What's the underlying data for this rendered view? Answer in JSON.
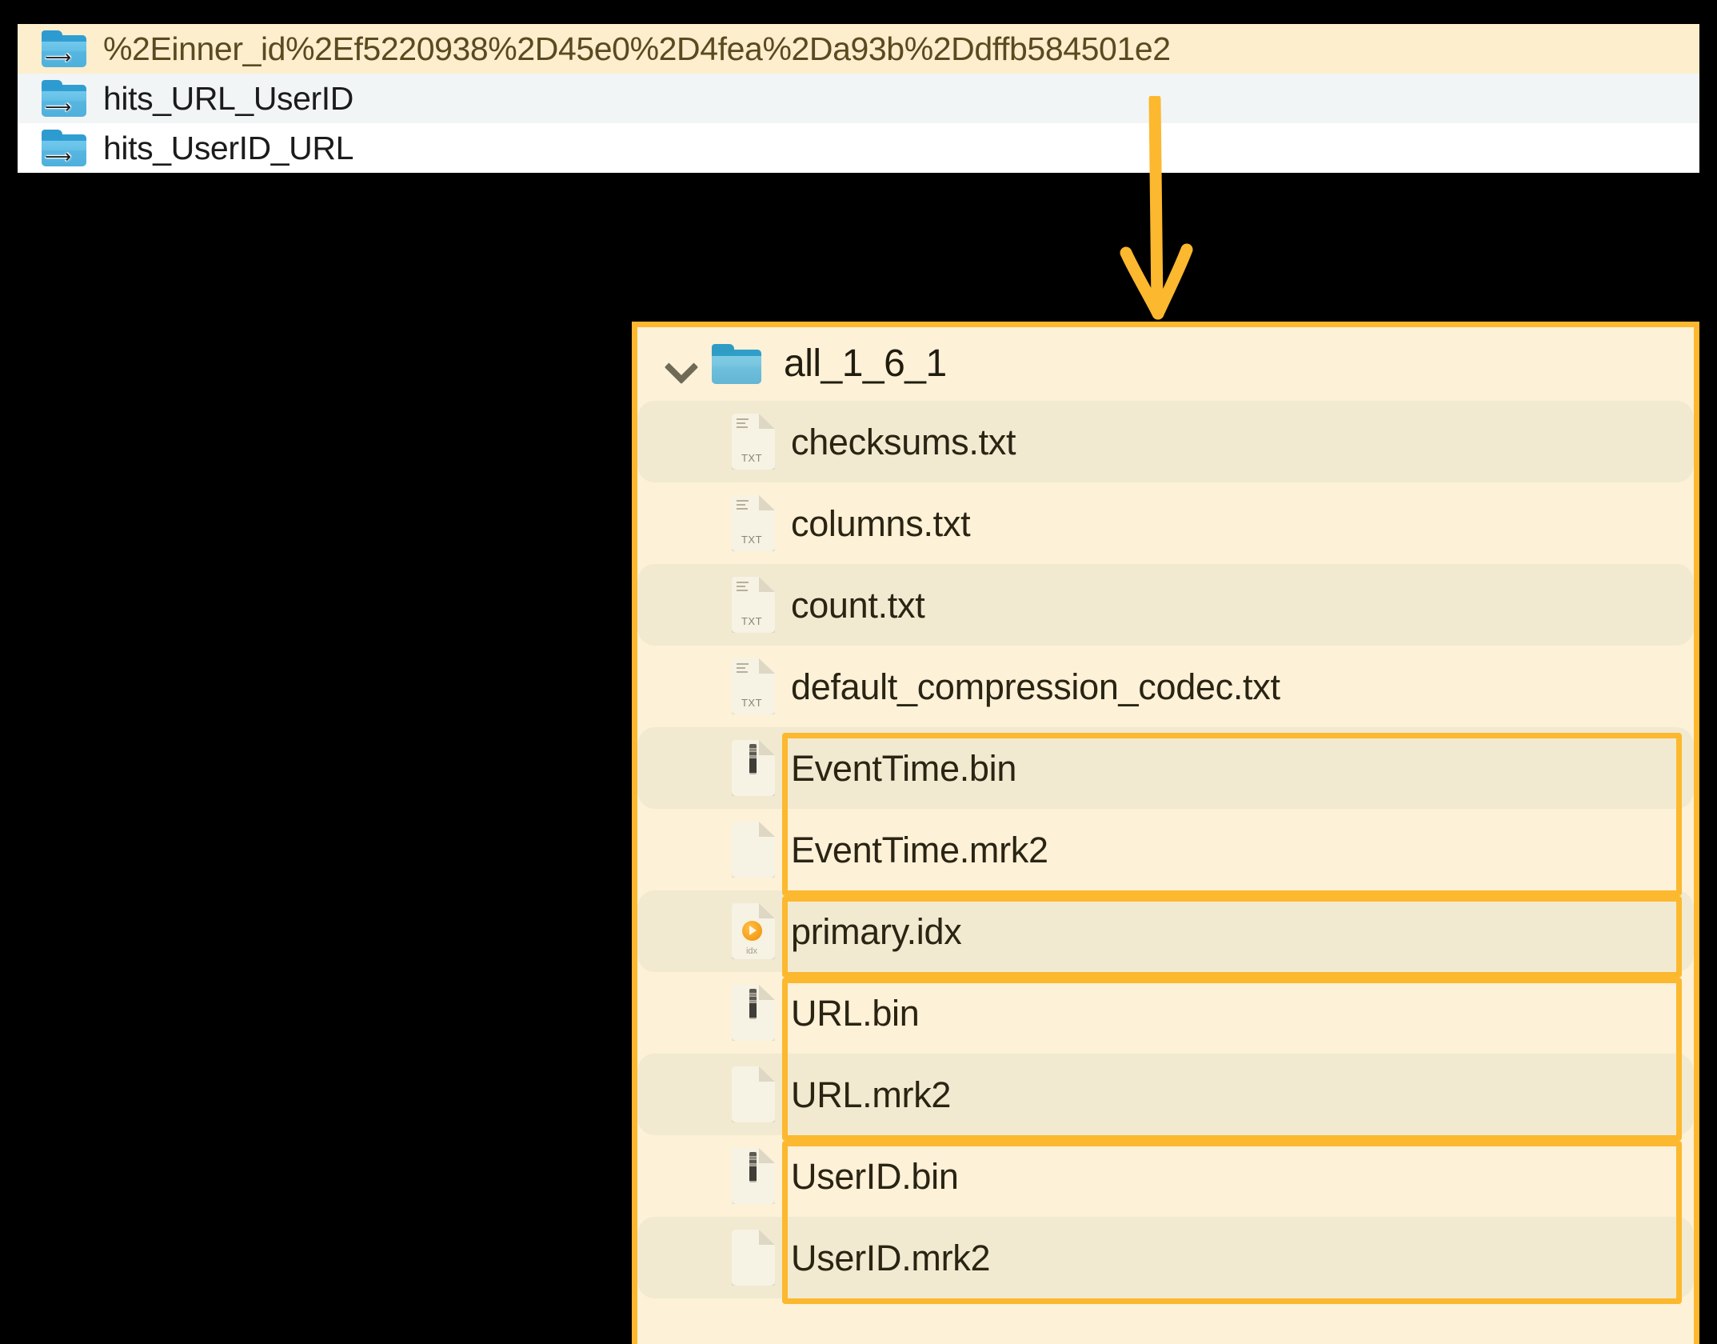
{
  "top_list": {
    "name": "finder-alias-list",
    "rows": [
      {
        "label": "%2Einner_id%2Ef5220938%2D45e0%2D4fea%2Da93b%2Ddffb584501e2",
        "icon": "folder-alias-icon",
        "state": "selected"
      },
      {
        "label": "hits_URL_UserID",
        "icon": "folder-alias-icon",
        "state": "alt"
      },
      {
        "label": "hits_UserID_URL",
        "icon": "folder-alias-icon",
        "state": "plain"
      }
    ]
  },
  "annotation": {
    "arrow": "down-arrow-annotation",
    "color": "#fcb82e"
  },
  "detail_panel": {
    "header": {
      "chevron": "chevron-down-icon",
      "folder_icon": "folder-icon",
      "title": "all_1_6_1"
    },
    "files": [
      {
        "name": "checksums.txt",
        "icon": "txt-file-icon",
        "tag": "TXT",
        "row": "shade",
        "highlighted": false
      },
      {
        "name": "columns.txt",
        "icon": "txt-file-icon",
        "tag": "TXT",
        "row": "light",
        "highlighted": false
      },
      {
        "name": "count.txt",
        "icon": "txt-file-icon",
        "tag": "TXT",
        "row": "shade",
        "highlighted": false
      },
      {
        "name": "default_compression_codec.txt",
        "icon": "txt-file-icon",
        "tag": "TXT",
        "row": "light",
        "highlighted": false
      },
      {
        "name": "EventTime.bin",
        "icon": "bin-file-icon",
        "tag": "",
        "row": "shade",
        "highlighted": true
      },
      {
        "name": "EventTime.mrk2",
        "icon": "blank-file-icon",
        "tag": "",
        "row": "light",
        "highlighted": true
      },
      {
        "name": "primary.idx",
        "icon": "idx-file-icon",
        "tag": "idx",
        "row": "shade",
        "highlighted": true
      },
      {
        "name": "URL.bin",
        "icon": "bin-file-icon",
        "tag": "",
        "row": "light",
        "highlighted": true
      },
      {
        "name": "URL.mrk2",
        "icon": "blank-file-icon",
        "tag": "",
        "row": "shade",
        "highlighted": true
      },
      {
        "name": "UserID.bin",
        "icon": "bin-file-icon",
        "tag": "",
        "row": "light",
        "highlighted": true
      },
      {
        "name": "UserID.mrk2",
        "icon": "blank-file-icon",
        "tag": "",
        "row": "shade",
        "highlighted": true
      }
    ],
    "highlight_groups": [
      {
        "label": "EventTime-column-files",
        "first": 4,
        "last": 5
      },
      {
        "label": "primary-index-file",
        "first": 6,
        "last": 6
      },
      {
        "label": "URL-column-files",
        "first": 7,
        "last": 8
      },
      {
        "label": "UserID-column-files",
        "first": 9,
        "last": 10
      }
    ]
  },
  "colors": {
    "accent": "#fcb82e",
    "panel_bg": "#fdf1d8",
    "row_shade": "#f1ead0",
    "selected_row": "#fdeecd",
    "alt_row": "#f2f5f5",
    "folder_blue": "#64c0e7"
  }
}
